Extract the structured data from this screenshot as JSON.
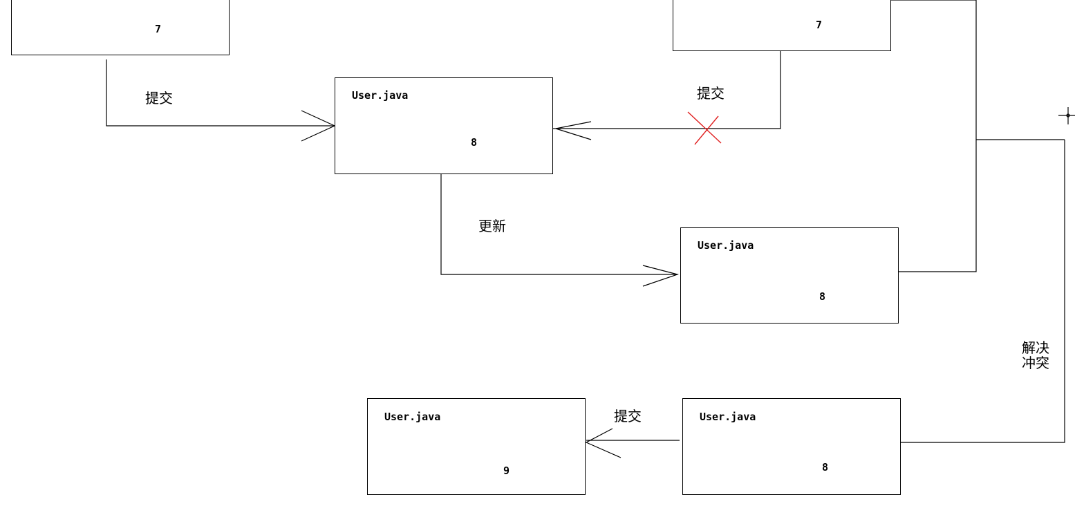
{
  "boxes": {
    "top_left": {
      "version": "7"
    },
    "top_right": {
      "version": "7"
    },
    "server": {
      "filename": "User.java",
      "version": "8"
    },
    "local_updated": {
      "filename": "User.java",
      "version": "8"
    },
    "resolved": {
      "filename": "User.java",
      "version": "8"
    },
    "final": {
      "filename": "User.java",
      "version": "9"
    }
  },
  "labels": {
    "commit_left": "提交",
    "commit_right": "提交",
    "update": "更新",
    "resolve_line1": "解决",
    "resolve_line2": "冲突",
    "commit_bottom": "提交"
  },
  "colors": {
    "line": "#000000",
    "reject_mark": "#e02020"
  }
}
